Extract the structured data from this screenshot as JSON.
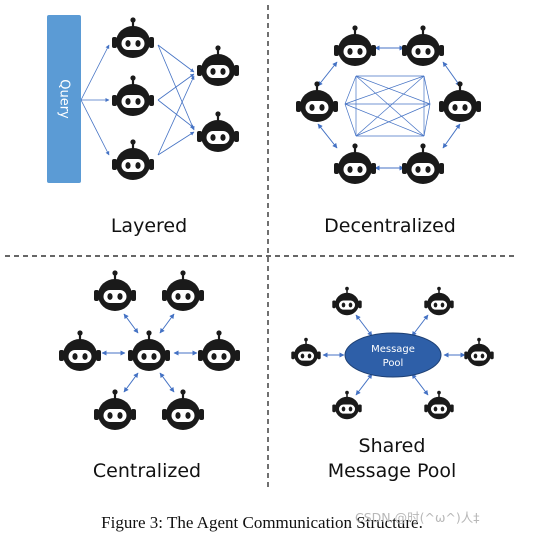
{
  "panels": {
    "layered": {
      "title": "Layered",
      "query_label": "Query"
    },
    "decentralized": {
      "title": "Decentralized"
    },
    "centralized": {
      "title": "Centralized"
    },
    "shared": {
      "title_line1": "Shared",
      "title_line2": "Message Pool",
      "pool_line1": "Message",
      "pool_line2": "Pool"
    }
  },
  "caption": "Figure 3: The Agent Communication Structure.",
  "watermark": "CSDN @时(^ω^)人‡",
  "colors": {
    "robot": "#1a1a1a",
    "arrow": "#4472c4",
    "query_box": "#5b9bd5",
    "pool_fill": "#2e5fa8",
    "divider": "#333333"
  },
  "icons": {
    "agent": "robot-agent-icon"
  }
}
